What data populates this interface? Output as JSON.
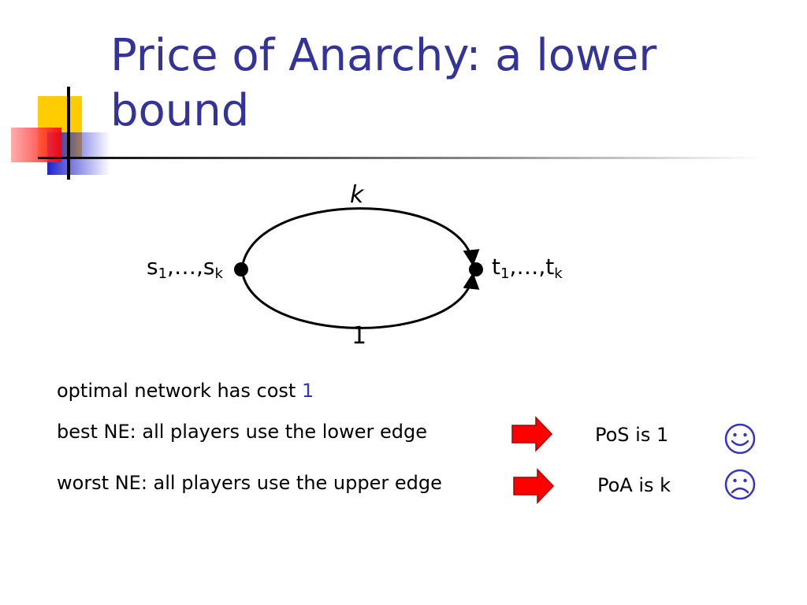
{
  "slide": {
    "title": "Price of Anarchy: a lower bound"
  },
  "diagram": {
    "source": {
      "base": "s",
      "sub1": "1",
      "ellipsis": ",…,",
      "base2": "s",
      "sub2": "k"
    },
    "target": {
      "base": "t",
      "sub1": "1",
      "ellipsis": ",…,",
      "base2": "t",
      "sub2": "k"
    },
    "upper_edge_cost": "k",
    "lower_edge_cost": "1"
  },
  "statements": {
    "optimal": {
      "text": "optimal network has cost ",
      "value": "1"
    },
    "best": {
      "text": "best NE: all players use the lower edge",
      "result": "PoS is 1",
      "icon": "smiley-face-icon"
    },
    "worst": {
      "text": "worst NE: all players use the upper edge",
      "result": "PoA is k",
      "icon": "frowning-face-icon"
    }
  },
  "colors": {
    "title": "#333399",
    "arrow": "#ff0000",
    "face": "#3333cc",
    "accent": "#3333cc"
  }
}
